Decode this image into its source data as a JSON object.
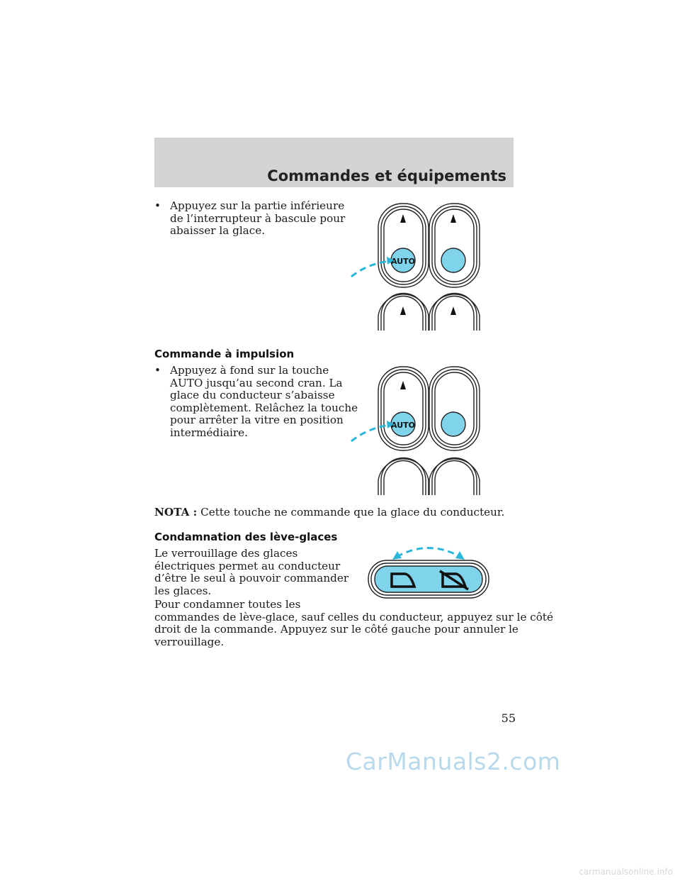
{
  "header": {
    "title": "Commandes et équipements"
  },
  "section1": {
    "bullet": "•",
    "text_lines": [
      "Appuyez sur la partie inférieure",
      "de l’interrupteur à bascule pour",
      "abaisser la glace."
    ]
  },
  "section2": {
    "heading": "Commande à impulsion",
    "bullet": "•",
    "text_lines": [
      "Appuyez à fond sur la touche",
      "AUTO jusqu’au second cran. La",
      "glace du conducteur s’abaisse",
      "complètement. Relâchez la touche",
      "pour arrêter la vitre en position",
      "intermédiaire."
    ]
  },
  "note": {
    "label": "NOTA :",
    "text": "Cette touche ne commande que la glace du conducteur."
  },
  "section3": {
    "heading": "Condamnation des lève-glaces",
    "para1_lines": [
      "Le verrouillage des glaces",
      "électriques permet au conducteur",
      "d’être le seul à pouvoir commander",
      "les glaces."
    ],
    "para2_lines": [
      "Pour condamner toutes les",
      "commandes de lève-glace, sauf celles du conducteur, appuyez sur le côté",
      "droit de la commande. Appuyez sur le côté gauche pour annuler le",
      "verrouillage."
    ]
  },
  "figures": {
    "auto_label": "AUTO",
    "accent_color": "#29b6d8",
    "fill_color": "#7fd3ea"
  },
  "page_number": "55",
  "watermark": "CarManuals2.com",
  "footer_watermark": "carmanualsonline.info"
}
